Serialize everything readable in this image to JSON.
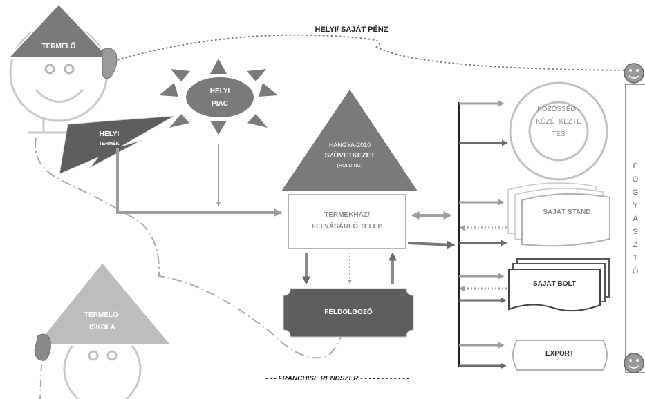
{
  "labels": {
    "money_flow": "HELYI/ SAJÁT PÉNZ",
    "producer": "TERMELŐ",
    "local_market": [
      "HELYI",
      "PIAC"
    ],
    "local_product": [
      "HELYI",
      "TERMÉK"
    ],
    "cooperative": [
      "HANGYA-2010",
      "SZÖVETKEZET",
      "(HOLDING)"
    ],
    "warehouse": [
      "TERMÉKHÁZ/",
      "FELVÁSÁRLÓ TELEP"
    ],
    "processor": "FELDOLGOZÓ",
    "school": [
      "TERMELŐ-",
      "ISKOLA"
    ],
    "franchise": "- - - FRANCHISE RENDSZER",
    "public_catering": [
      "KÖZÖSSÉGI/",
      "KÖZÉTKEZTE",
      "TÉS"
    ],
    "own_stand": "SAJÁT STAND",
    "own_shop": "SAJÁT BOLT",
    "export": "EXPORT",
    "consumer": "FOGYASZTÓ"
  },
  "colors": {
    "dark": "#7a7a7a",
    "darker": "#5e5e5e",
    "light": "#bdbdbd",
    "line": "#9e9e9e",
    "white_text": "#ffffff",
    "grey_text": "#8a8a8a"
  }
}
